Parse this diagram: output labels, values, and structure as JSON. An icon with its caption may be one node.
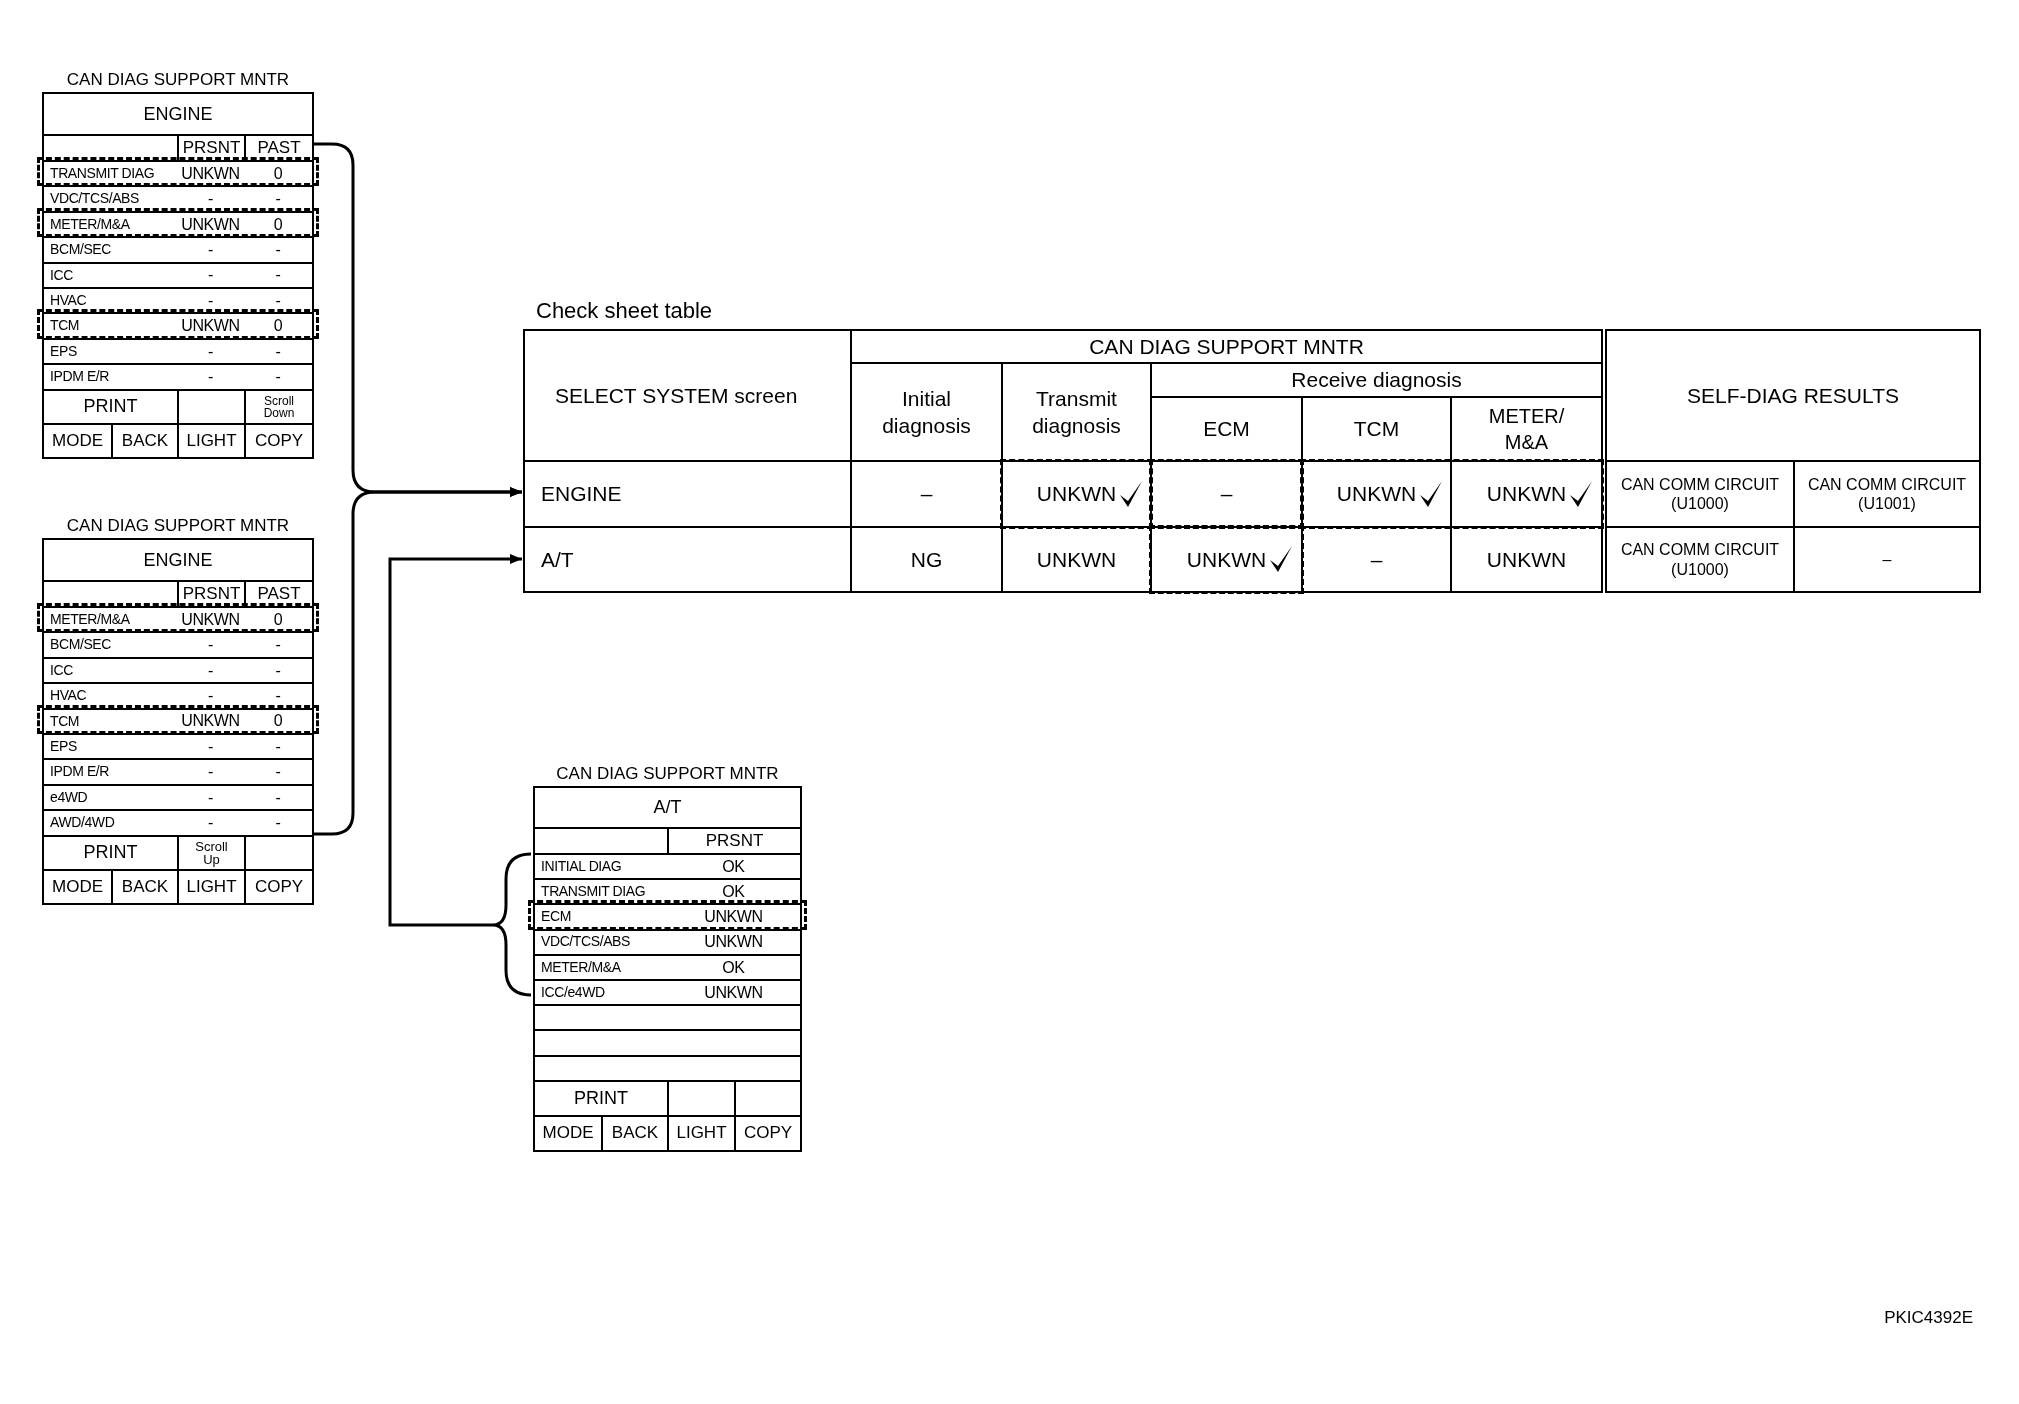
{
  "diagram": {
    "nodes": [
      {
        "text": [
          "CAN DIAG SUPPORT MNTR",
          "ENGINE",
          "PRSNT",
          "PAST",
          "TRANSMIT DIAG",
          "UNKWN",
          "0",
          "VDC/TCS/ABS",
          "-",
          "-",
          "METER/M&A",
          "UNKWN",
          "0",
          "BCM/SEC",
          "-",
          "-",
          "ICC",
          "-",
          "-",
          "HVAC",
          "-",
          "-",
          "TCM",
          "UNKWN",
          "0",
          "EPS",
          "-",
          "-",
          "IPDM E/R",
          "-",
          "-",
          "PRINT",
          "Scroll Down",
          "MODE",
          "BACK",
          "LIGHT",
          "COPY"
        ]
      },
      {
        "text": [
          "CAN DIAG SUPPORT MNTR",
          "ENGINE",
          "PRSNT",
          "PAST",
          "METER/M&A",
          "UNKWN",
          "0",
          "BCM/SEC",
          "-",
          "-",
          "ICC",
          "-",
          "-",
          "HVAC",
          "-",
          "-",
          "TCM",
          "UNKWN",
          "0",
          "EPS",
          "-",
          "-",
          "IPDM E/R",
          "-",
          "-",
          "e4WD",
          "-",
          "-",
          "AWD/4WD",
          "-",
          "-",
          "PRINT",
          "Scroll Up",
          "MODE",
          "BACK",
          "LIGHT",
          "COPY"
        ]
      },
      {
        "text": [
          "CAN DIAG SUPPORT MNTR",
          "A/T",
          "PRSNT",
          "INITIAL DIAG",
          "OK",
          "TRANSMIT DIAG",
          "OK",
          "ECM",
          "UNKWN",
          "VDC/TCS/ABS",
          "UNKWN",
          "METER/M&A",
          "OK",
          "ICC/e4WD",
          "UNKWN",
          "PRINT",
          "MODE",
          "BACK",
          "LIGHT",
          "COPY"
        ]
      },
      {
        "text": [
          "Check sheet table",
          "SELECT SYSTEM screen",
          "CAN DIAG SUPPORT MNTR",
          "Initial diagnosis",
          "Transmit diagnosis",
          "Receive diagnosis",
          "ECM",
          "TCM",
          "METER/ M&A",
          "SELF-DIAG RESULTS"
        ]
      },
      {
        "text": [
          "ENGINE",
          "–",
          "UNKWN",
          "–",
          "UNKWN",
          "UNKWN",
          "CAN COMM CIRCUIT (U1000)",
          "CAN COMM CIRCUIT (U1001)"
        ],
        "in": 3
      },
      {
        "text": [
          "A/T",
          "NG",
          "UNKWN",
          "UNKWN",
          "–",
          "UNKWN",
          "CAN COMM CIRCUIT (U1000)",
          "–"
        ],
        "in": 3
      }
    ],
    "edges": [
      {
        "from": 0,
        "to": 4,
        "arrow": "to"
      },
      {
        "from": 1,
        "to": 4,
        "arrow": "to"
      },
      {
        "from": 2,
        "to": 5,
        "arrow": "to"
      }
    ],
    "labels": [
      "PKIC4392E"
    ]
  }
}
